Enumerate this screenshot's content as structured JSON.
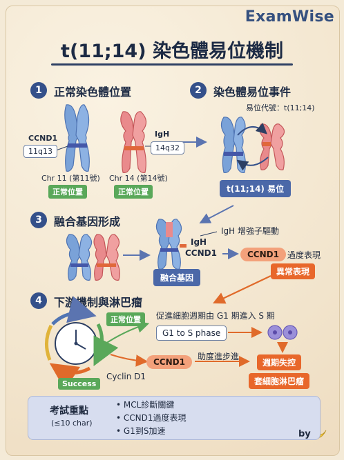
{
  "brand": "ExamWise",
  "title": "t(11;14) 染色體易位機制",
  "sections": {
    "s1": {
      "num": "1",
      "title": "正常染色體位置"
    },
    "s2": {
      "num": "2",
      "title": "染色體易位事件"
    },
    "s3": {
      "num": "3",
      "title": "融合基因形成"
    },
    "s4": {
      "num": "4",
      "title": "下游機制與淋巴瘤"
    }
  },
  "s1": {
    "ccnd1": "CCND1",
    "locus11": "11q13",
    "igh": "IgH",
    "locus14": "14q32",
    "chr11": "Chr 11 (第11號)",
    "chr14": "Chr 14 (第14號)",
    "normal_tag": "正常位置"
  },
  "s2": {
    "code": "易位代號：t(11;14)",
    "event_tag": "t(11;14) 易位"
  },
  "s3": {
    "igh_enhancer": "IgH 增強子驅動",
    "igh": "IgH",
    "ccnd1": "CCND1",
    "fusion_tag": "融合基因",
    "ccnd1_right": "CCND1",
    "over": "過度表現",
    "abnormal": "異常表現"
  },
  "s4": {
    "normal_tag": "正常位置",
    "promote": "促進細胞週期由 G1 期進入 S 期",
    "g1s": "G1 to S phase",
    "ccnd1": "CCND1",
    "help": "助度進步進",
    "cyclin": "Cyclin D1",
    "success": "Success",
    "loss": "週期失控",
    "lymphoma": "套細胞淋巴瘤"
  },
  "exam": {
    "title": "考試重點",
    "sub": "(≤10 char)",
    "points": [
      "MCL診斷關鍵",
      "CCND1過度表現",
      "G1到S加速"
    ]
  },
  "by": "by"
}
